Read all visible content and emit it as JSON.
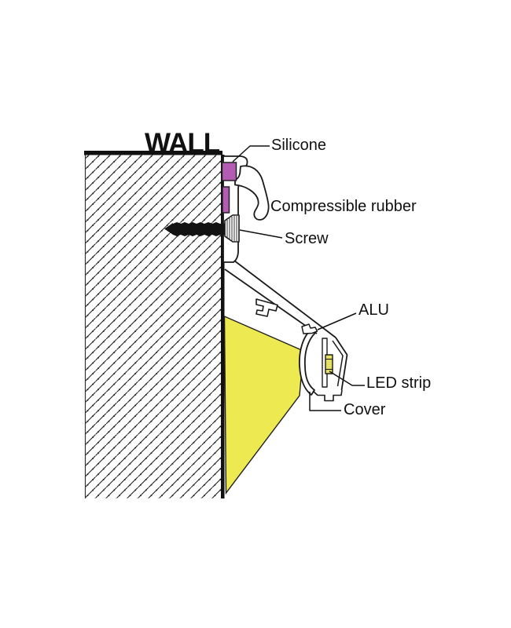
{
  "diagram": {
    "type": "technical-cross-section",
    "subject": "Wall-mounted aluminium LED profile cross section",
    "labels": {
      "wall": "WALL",
      "silicone": "Silicone",
      "compressible_rubber": "Compressible rubber",
      "screw": "Screw",
      "alu": "ALU",
      "led_strip": "LED strip",
      "cover": "Cover"
    },
    "colors": {
      "silicone": "#b45cb4",
      "light_beam": "#ece951",
      "led_chip": "#e6e163",
      "line": "#1a1a1a",
      "background": "#ffffff"
    }
  }
}
